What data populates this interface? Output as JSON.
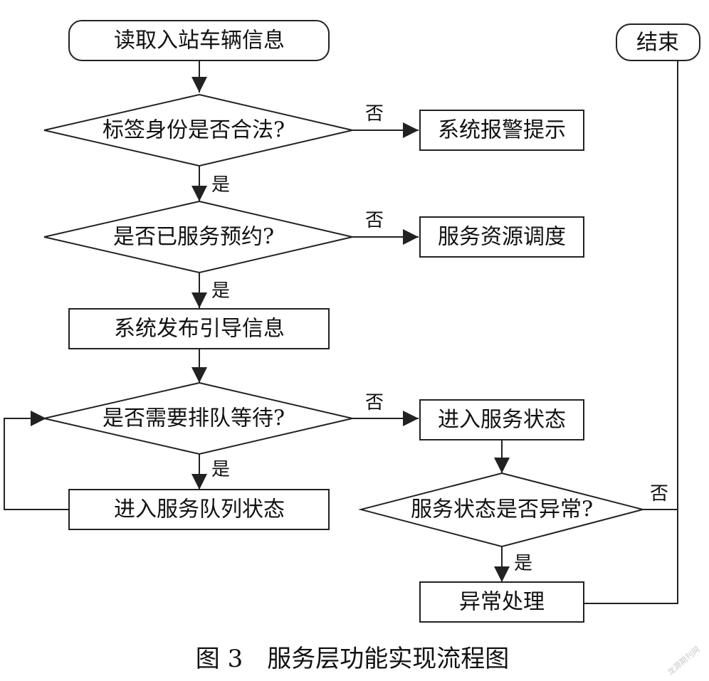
{
  "nodes": {
    "start": "读取入站车辆信息",
    "check_tag": "标签身份是否合法?",
    "alarm": "系统报警提示",
    "check_reserved": "是否已服务预约?",
    "schedule": "服务资源调度",
    "guide": "系统发布引导信息",
    "check_queue": "是否需要排队等待?",
    "enter_queue": "进入服务队列状态",
    "enter_service": "进入服务状态",
    "check_abnormal": "服务状态是否异常?",
    "handle": "异常处理",
    "end": "结束"
  },
  "edges": {
    "tag_yes": "是",
    "tag_no": "否",
    "reserved_yes": "是",
    "reserved_no": "否",
    "queue_yes": "是",
    "queue_no": "否",
    "abnormal_yes": "是",
    "abnormal_no": "否"
  },
  "caption": "图 3　服务层功能实现流程图",
  "watermark": "龙源期刊网"
}
